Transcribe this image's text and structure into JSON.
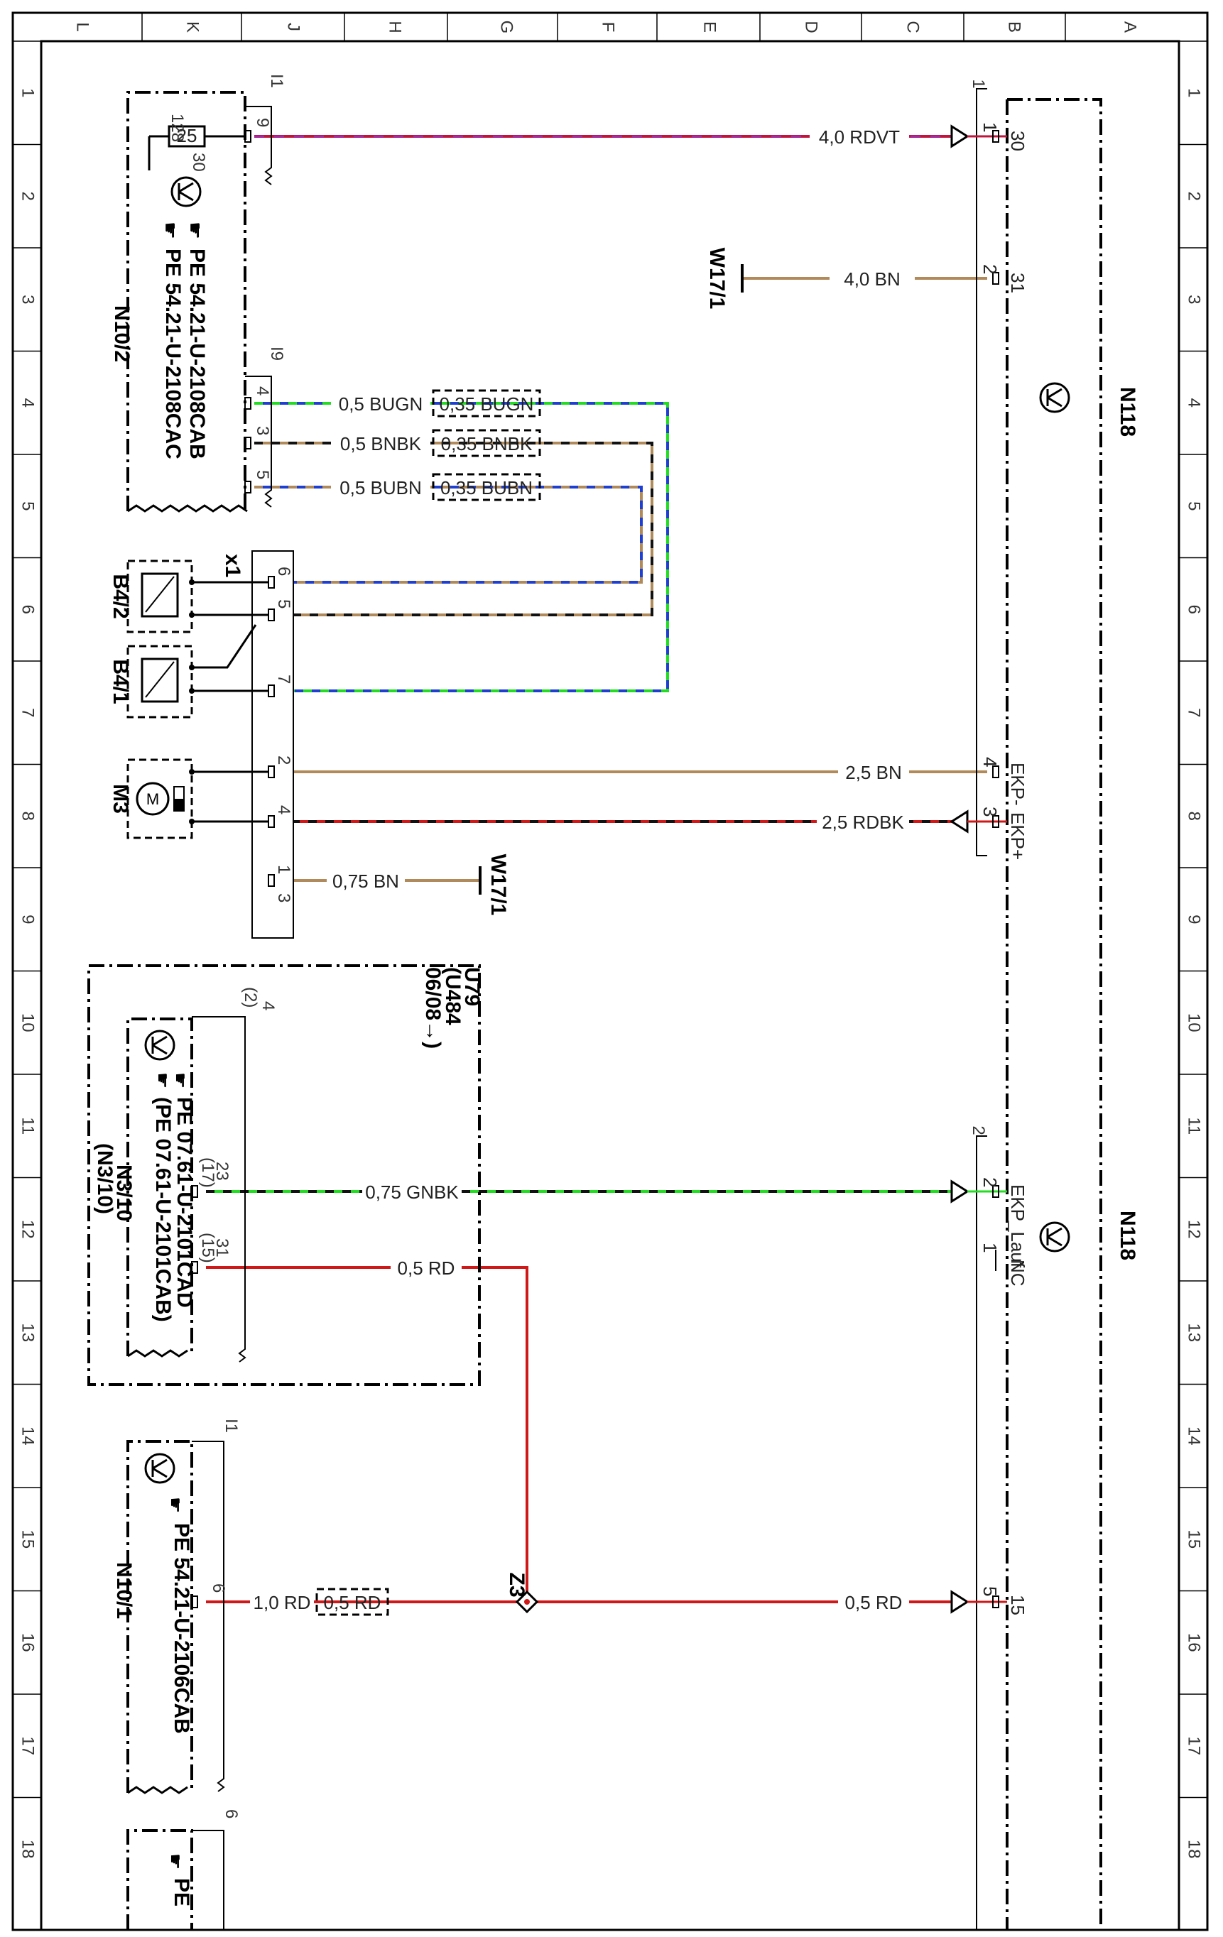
{
  "grid": {
    "columns": [
      "L",
      "K",
      "J",
      "H",
      "G",
      "F",
      "E",
      "D",
      "C",
      "B",
      "A"
    ],
    "rows": [
      "1",
      "2",
      "3",
      "4",
      "5",
      "6",
      "7",
      "8",
      "9",
      "10",
      "11",
      "12",
      "13",
      "14",
      "15",
      "16",
      "17",
      "18"
    ]
  },
  "components": {
    "n10_2": {
      "id": "N10/2",
      "refs": [
        "PE 54.21-U-2108CAB",
        "PE 54.21-U-2108CAC"
      ],
      "fuse": "25",
      "pin_a": "128",
      "pin_b": "30",
      "conn": "I1",
      "conn2": "I9"
    },
    "n118_top": {
      "id": "N118",
      "conn": "1"
    },
    "n118_bottom": {
      "id": "N118",
      "conn": "2"
    },
    "w17_1_top": {
      "id": "W17/1"
    },
    "w17_1_bottom": {
      "id": "W17/1"
    },
    "b4_2": {
      "id": "B4/2"
    },
    "b4_1": {
      "id": "B4/1"
    },
    "m3": {
      "id": "M3"
    },
    "x1": {
      "id": "x1"
    },
    "u_box": {
      "lines": [
        "U79",
        "(U484",
        "06/08→)"
      ]
    },
    "n3_10": {
      "id": "N3/10",
      "alt": "(N3/10)",
      "refs": [
        "PE 07.61-U-2101CAD",
        "(PE 07.61-U-2101CAB)"
      ],
      "conn": "4",
      "conn_alt": "(2)"
    },
    "n10_1": {
      "id": "N10/1",
      "refs": [
        "PE 54.21-U-2106CAB"
      ],
      "conn": "I1"
    },
    "bottom_partial": {
      "ref": "PE",
      "conn": "6"
    },
    "z3": {
      "id": "Z3"
    }
  },
  "pins": {
    "n10_2": [
      "9",
      "4",
      "3",
      "5"
    ],
    "n118_top": [
      {
        "num": "1",
        "name": "30"
      },
      {
        "num": "2",
        "name": "31"
      },
      {
        "num": "4",
        "name": "EKP-"
      },
      {
        "num": "3",
        "name": "EKP+"
      }
    ],
    "n118_bottom": [
      {
        "num": "2",
        "name": "EKP_Lauf"
      },
      {
        "num": "1",
        "name": "NC"
      },
      {
        "num": "5",
        "name": "15"
      }
    ],
    "x1": [
      "6",
      "5",
      "7",
      "2",
      "4",
      "1",
      "3"
    ],
    "n3_10": [
      {
        "num": "23",
        "alt": "(17)"
      },
      {
        "num": "31",
        "alt": "(15)"
      }
    ],
    "n10_1": [
      "6"
    ]
  },
  "wires": [
    {
      "label": "4,0 RDVT",
      "color": "#c0143c",
      "stripe": "#8a2be2"
    },
    {
      "label": "4,0 BN",
      "color": "#b08a5a"
    },
    {
      "label": "0,5 BUGN",
      "label2": "0,35 BUGN",
      "color": "#1f3fd0",
      "stripe": "#22dd22"
    },
    {
      "label": "0,5 BNBK",
      "label2": "0,35 BNBK",
      "color": "#b08a5a",
      "stripe": "#111111"
    },
    {
      "label": "0,5 BUBN",
      "label2": "0,35 BUBN",
      "color": "#1f3fd0",
      "stripe": "#b08a5a"
    },
    {
      "label": "2,5 BN",
      "color": "#b08a5a"
    },
    {
      "label": "2,5 RDBK",
      "color": "#d01818",
      "stripe": "#111111"
    },
    {
      "label": "0,75 BN",
      "color": "#b08a5a"
    },
    {
      "label": "0,75 GNBK",
      "color": "#22dd22",
      "stripe": "#111111"
    },
    {
      "label": "0,5 RD",
      "color": "#d01818"
    },
    {
      "label": "1,0 RD",
      "label2": "0,5 RD",
      "color": "#d01818"
    },
    {
      "label": "0,5 RD",
      "color": "#d01818"
    }
  ]
}
